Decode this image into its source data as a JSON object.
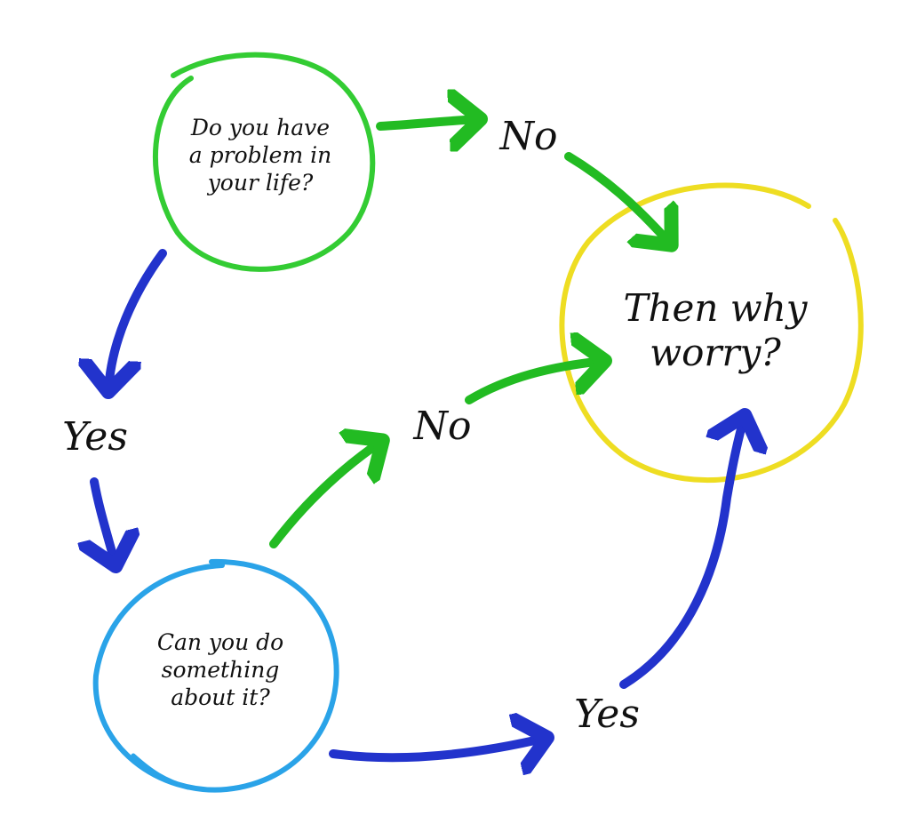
{
  "nodes": {
    "question_problem": {
      "lines": [
        "Do you have",
        "a problem in",
        "your life?"
      ],
      "color": "#33cc33"
    },
    "question_action": {
      "lines": [
        "Can you do",
        "something",
        "about it?"
      ],
      "color": "#2aa3e8"
    },
    "result": {
      "lines": [
        "Then why",
        "worry?"
      ],
      "color": "#eedd22"
    }
  },
  "edges": {
    "no_top": {
      "label": "No",
      "color": "#22bb22"
    },
    "no_middle": {
      "label": "No",
      "color": "#22bb22"
    },
    "yes_left": {
      "label": "Yes",
      "color": "#2233cc"
    },
    "yes_bottom": {
      "label": "Yes",
      "color": "#2233cc"
    }
  }
}
